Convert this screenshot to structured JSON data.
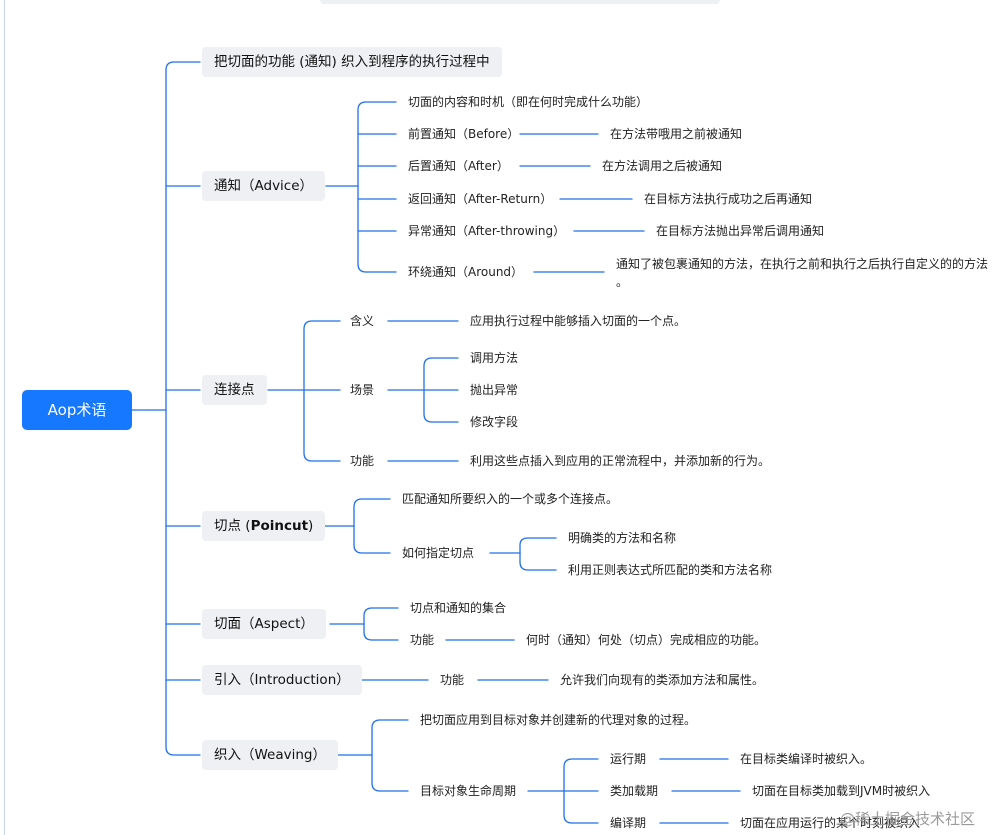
{
  "root": "Aop术语",
  "topic1": "把切面的功能 (通知) 织入到程序的执行过程中",
  "advice": {
    "label": "通知（Advice）",
    "c0": "切面的内容和时机（即在何时完成什么功能）",
    "c1": "前置通知（Before）",
    "c1d": "在方法带哦用之前被通知",
    "c2": "后置通知（After）",
    "c2d": "在方法调用之后被通知",
    "c3": "返回通知（After-Return）",
    "c3d": "在目标方法执行成功之后再通知",
    "c4": "异常通知（After-throwing）",
    "c4d": "在目标方法抛出异常后调用通知",
    "c5": "环绕通知（Around）",
    "c5d1": "通知了被包裹通知的方法，在执行之前和执行之后执行自定义的的方法",
    "c5d2": "。"
  },
  "joinpoint": {
    "label": "连接点",
    "meaning": "含义",
    "meaning_d": "应用执行过程中能够插入切面的一个点。",
    "scene": "场景",
    "scene1": "调用方法",
    "scene2": "抛出异常",
    "scene3": "修改字段",
    "func": "功能",
    "func_d": "利用这些点插入到应用的正常流程中，并添加新的行为。"
  },
  "pointcut": {
    "label_pre": "切点 (",
    "label_bold": "Poincut",
    "label_post": ")",
    "c1": "匹配通知所要织入的一个或多个连接点。",
    "c2": "如何指定切点",
    "c2a": "明确类的方法和名称",
    "c2b": "利用正则表达式所匹配的类和方法名称"
  },
  "aspect": {
    "label": "切面（Aspect）",
    "c1": "切点和通知的集合",
    "c2": "功能",
    "c2d": "何时（通知）何处（切点）完成相应的功能。"
  },
  "introduction": {
    "label": "引入（Introduction）",
    "c1": "功能",
    "c1d": "允许我们向现有的类添加方法和属性。"
  },
  "weaving": {
    "label": "织入（Weaving）",
    "c1": "把切面应用到目标对象并创建新的代理对象的过程。",
    "c2": "目标对象生命周期",
    "p1": "运行期",
    "p1d": "在目标类编译时被织入。",
    "p2": "类加载期",
    "p2d": "切面在目标类加载到JVM时被织入",
    "p3": "编译期",
    "p3d": "切面在应用运行的某个时刻被织入"
  },
  "watermark": "@稀土掘金技术社区",
  "colors": {
    "accent": "#1677ff",
    "line": "#1f6feb",
    "pill": "#eef0f3"
  }
}
